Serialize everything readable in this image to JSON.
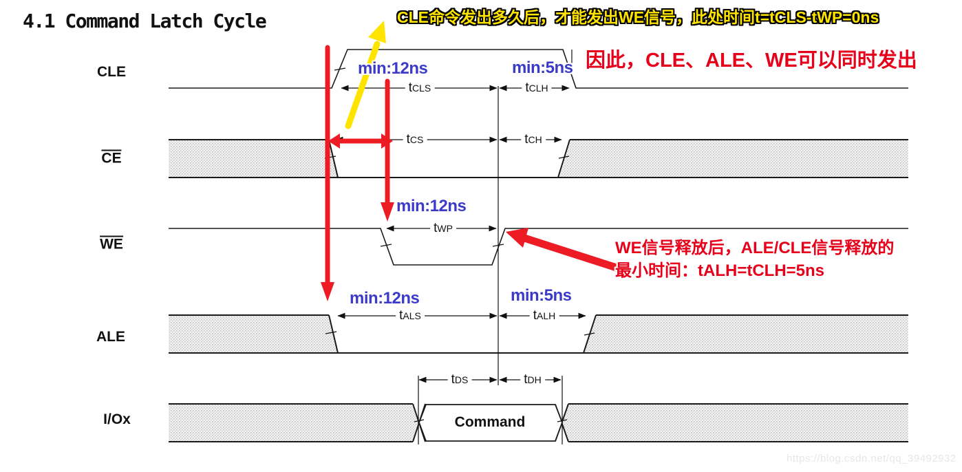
{
  "title": "4.1 Command Latch Cycle",
  "colors": {
    "arrow_red": "#ED1C24",
    "note_red": "#E60019",
    "min_blue": "#3B3BC8",
    "highlight_yellow": "#FFE400",
    "line_black": "#111111"
  },
  "signals": [
    {
      "label": "CLE",
      "overline": false
    },
    {
      "label": "CE",
      "overline": true
    },
    {
      "label": "WE",
      "overline": true
    },
    {
      "label": "ALE",
      "overline": false
    },
    {
      "label": "I/Ox",
      "overline": false
    }
  ],
  "timings": [
    {
      "pre": "t",
      "sub": "CLS"
    },
    {
      "pre": "t",
      "sub": "CLH"
    },
    {
      "pre": "t",
      "sub": "CS"
    },
    {
      "pre": "t",
      "sub": "CH"
    },
    {
      "pre": "t",
      "sub": "WP"
    },
    {
      "pre": "t",
      "sub": "ALS"
    },
    {
      "pre": "t",
      "sub": "ALH"
    },
    {
      "pre": "t",
      "sub": "DS"
    },
    {
      "pre": "t",
      "sub": "DH"
    }
  ],
  "min_labels": [
    {
      "text": "min:12ns"
    },
    {
      "text": "min:5ns"
    },
    {
      "text": "min:12ns"
    },
    {
      "text": "min:12ns"
    },
    {
      "text": "min:5ns"
    }
  ],
  "annotations": {
    "top_yellow": "CLE命令发出多久后，才能发出WE信号，此处时间t=tCLS-tWP=0ns",
    "conclusion_red": "因此，CLE、ALE、WE可以同时发出",
    "we_note_line1": "WE信号释放后，ALE/CLE信号释放的",
    "we_note_line2": "最小时间：tALH=tCLH=5ns"
  },
  "bus": {
    "command_label": "Command"
  },
  "watermark": "https://blog.csdn.net/qq_39492932"
}
